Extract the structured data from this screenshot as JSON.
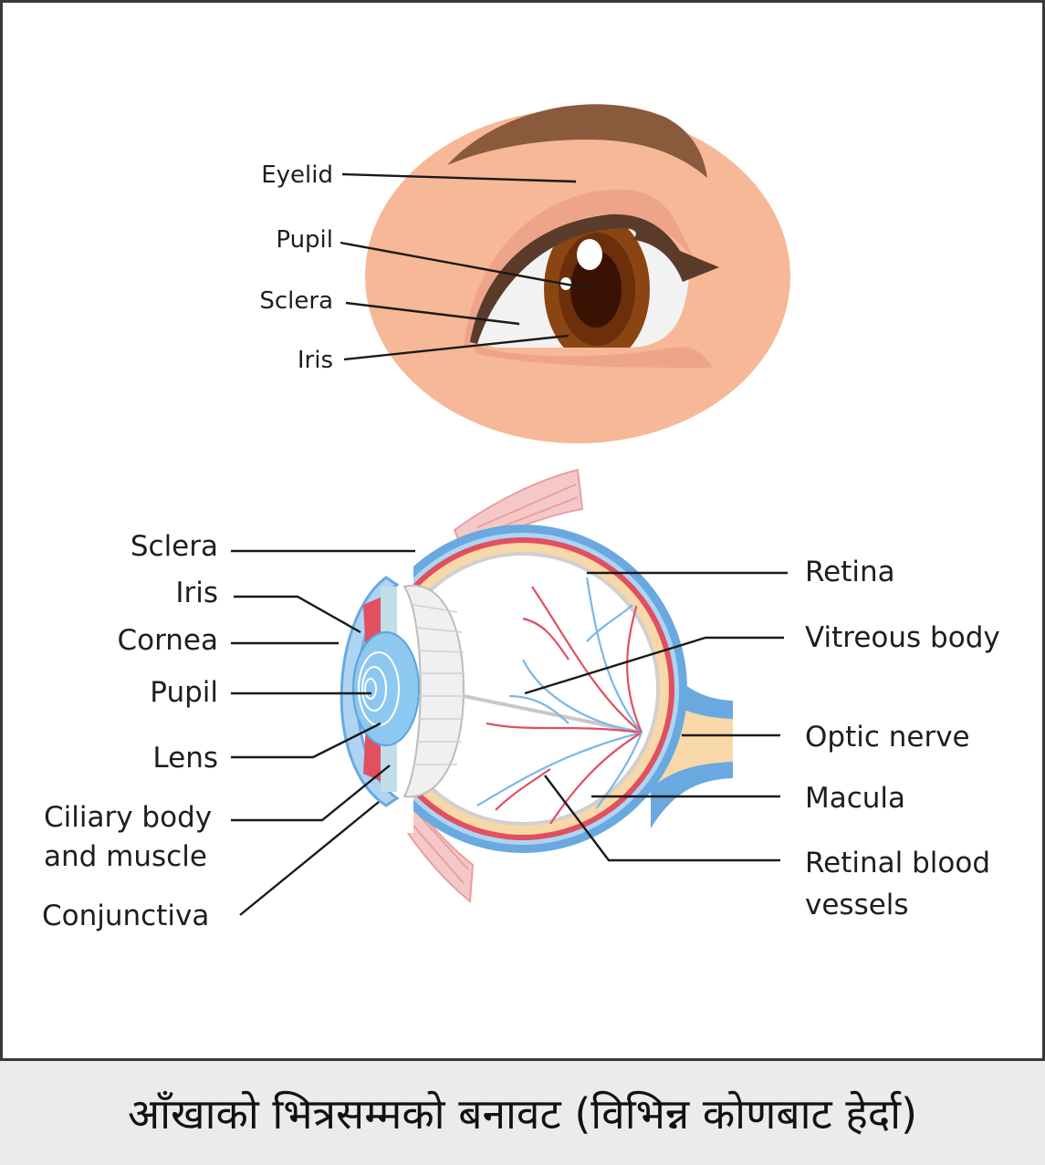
{
  "external_eye": {
    "labels": {
      "eyelid": "Eyelid",
      "pupil": "Pupil",
      "sclera": "Sclera",
      "iris": "Iris"
    }
  },
  "cross_section": {
    "left_labels": {
      "sclera": "Sclera",
      "iris": "Iris",
      "cornea": "Cornea",
      "pupil": "Pupil",
      "lens": "Lens",
      "ciliary_line1": "Ciliary body",
      "ciliary_line2": "and muscle",
      "conjunctiva": "Conjunctiva"
    },
    "right_labels": {
      "retina": "Retina",
      "vitreous": "Vitreous body",
      "optic_nerve": "Optic nerve",
      "macula": "Macula",
      "vessels_line1": "Retinal blood",
      "vessels_line2": "vessels"
    }
  },
  "caption": "आँखाको भित्रसम्मको बनावट (विभिन्न कोणबाट हेर्दा)",
  "colors": {
    "skin": "#f6b896",
    "brow": "#8a5a3c",
    "iris": "#8b4513",
    "sclera_blue": "#6aa9e0",
    "retina_red": "#e05060",
    "choroid": "#f8d8a8"
  }
}
